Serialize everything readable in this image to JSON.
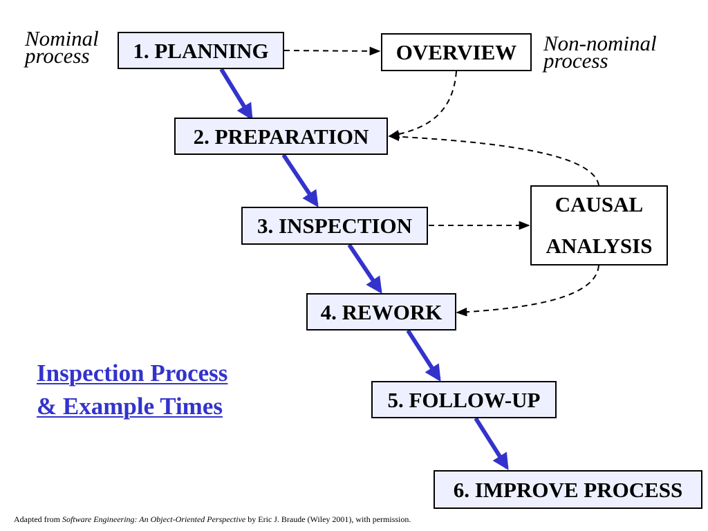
{
  "notes": {
    "nominal_line1": "Nominal",
    "nominal_line2": "process",
    "non_nominal_line1": "Non-nominal",
    "non_nominal_line2": "process"
  },
  "steps": {
    "planning": "1. PLANNING",
    "preparation": "2. PREPARATION",
    "inspection": "3. INSPECTION",
    "rework": "4. REWORK",
    "followup": "5. FOLLOW-UP",
    "improve": "6. IMPROVE PROCESS"
  },
  "side_steps": {
    "overview": "OVERVIEW",
    "causal_line1": "CAUSAL",
    "causal_line2": "ANALYSIS"
  },
  "title": {
    "line1": "Inspection Process",
    "line2": "& Example Times"
  },
  "footer": {
    "prefix": "Adapted from ",
    "book": "Software Engineering: An Object-Oriented Perspective",
    "suffix": " by Eric J. Braude (Wiley 2001), with permission."
  },
  "colors": {
    "nominal_arrow": "#3333cc",
    "nominal_box_fill": "#eef0ff",
    "title_link": "#3333cc"
  }
}
